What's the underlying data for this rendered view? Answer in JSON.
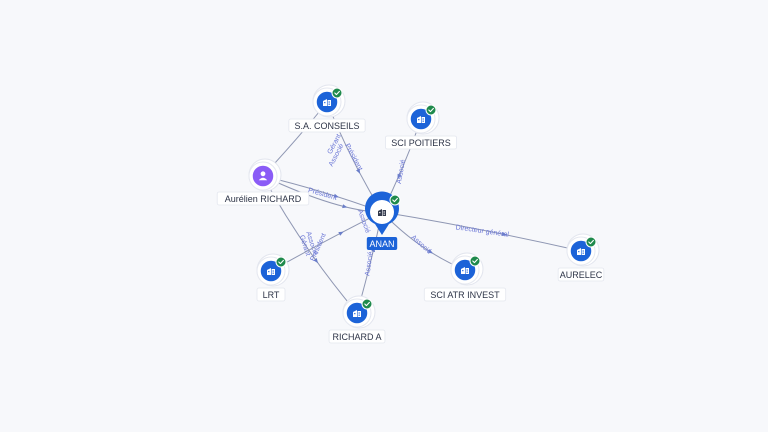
{
  "colors": {
    "company": "#1c63d8",
    "person": "#8b5cf6",
    "verified": "#1f8a4c",
    "edge": "#8f97b3",
    "edge_label": "#6a76d6",
    "main_label_bg": "#1c63d8"
  },
  "nodes": [
    {
      "id": "anan",
      "label": "ANAN",
      "type": "company",
      "icon": "building-icon",
      "verified": true,
      "main": true
    },
    {
      "id": "sa_conseils",
      "label": "S.A. CONSEILS",
      "type": "company",
      "icon": "building-icon",
      "verified": true
    },
    {
      "id": "sci_poitiers",
      "label": "SCI POITIERS",
      "type": "company",
      "icon": "building-icon",
      "verified": true
    },
    {
      "id": "aurelien",
      "label": "Aurélien RICHARD",
      "type": "person",
      "icon": "person-icon",
      "verified": false
    },
    {
      "id": "lrt",
      "label": "LRT",
      "type": "company",
      "icon": "building-icon",
      "verified": true
    },
    {
      "id": "richard_a",
      "label": "RICHARD A",
      "type": "company",
      "icon": "building-icon",
      "verified": true
    },
    {
      "id": "sci_atr",
      "label": "SCI ATR INVEST",
      "type": "company",
      "icon": "building-icon",
      "verified": true
    },
    {
      "id": "aurelec",
      "label": "AURELEC",
      "type": "company",
      "icon": "building-icon",
      "verified": true
    }
  ],
  "edges": [
    {
      "id": "e1",
      "from": "aurelien",
      "to": "sa_conseils",
      "labels": [
        "Gérant",
        "Associé"
      ]
    },
    {
      "id": "e2",
      "from": "sa_conseils",
      "to": "anan",
      "labels": [
        "Président"
      ]
    },
    {
      "id": "e3",
      "from": "sci_poitiers",
      "to": "anan",
      "labels": [
        "Associé"
      ]
    },
    {
      "id": "e4",
      "from": "aurelien",
      "to": "anan",
      "labels": [
        "Président"
      ]
    },
    {
      "id": "e5",
      "from": "aurelien",
      "to": "richard_a",
      "labels": [
        "Gérant",
        "Associé"
      ]
    },
    {
      "id": "e6",
      "from": "lrt",
      "to": "anan",
      "labels": [
        "Président"
      ]
    },
    {
      "id": "e7",
      "from": "richard_a",
      "to": "anan",
      "labels": [
        "Associé"
      ]
    },
    {
      "id": "e8",
      "from": "anan",
      "to": "sci_atr",
      "labels": [
        "Associé"
      ]
    },
    {
      "id": "e9",
      "from": "anan",
      "to": "aurelec",
      "labels": [
        "Directeur général"
      ]
    },
    {
      "id": "e10",
      "from": "aurelien",
      "to": "anan",
      "labels": [
        "Associé"
      ]
    }
  ]
}
